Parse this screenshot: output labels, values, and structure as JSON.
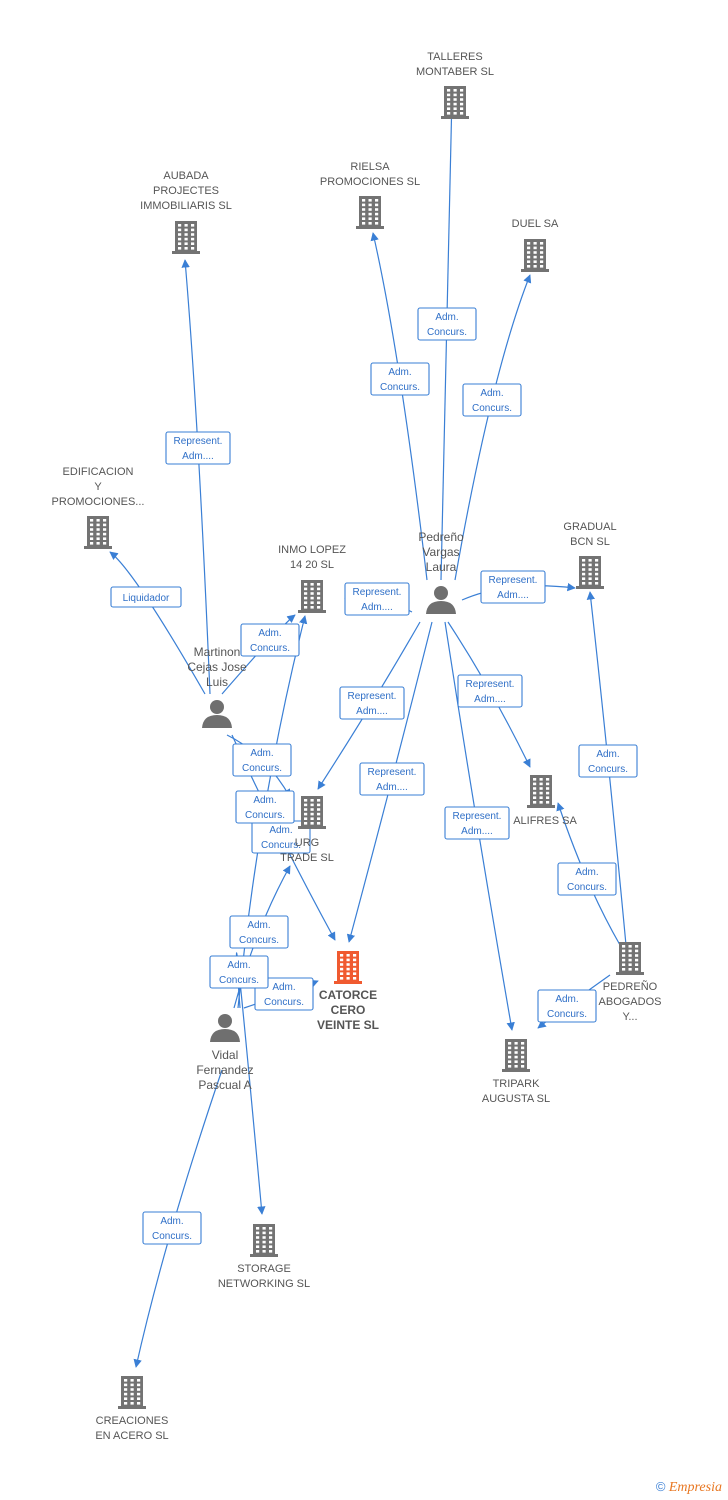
{
  "colors": {
    "company": "#737373",
    "main_company": "#f05a30",
    "person": "#6f6f6f",
    "edge": "#3a7fd5",
    "label_text": "#555555"
  },
  "nodes": [
    {
      "id": "talleres",
      "type": "company",
      "lines": [
        "TALLERES",
        "MONTABER SL"
      ]
    },
    {
      "id": "rielsa",
      "type": "company",
      "lines": [
        "RIELSA",
        "PROMOCIONES SL"
      ]
    },
    {
      "id": "duel",
      "type": "company",
      "lines": [
        "DUEL SA"
      ]
    },
    {
      "id": "aubada",
      "type": "company",
      "lines": [
        "AUBADA",
        "PROJECTES",
        "IMMOBILIARIS SL"
      ]
    },
    {
      "id": "edificacion",
      "type": "company",
      "lines": [
        "EDIFICACION",
        "Y",
        "PROMOCIONES..."
      ]
    },
    {
      "id": "inmo",
      "type": "company",
      "lines": [
        "INMO LOPEZ",
        "14 20 SL"
      ]
    },
    {
      "id": "gradual",
      "type": "company",
      "lines": [
        "GRADUAL",
        "BCN SL"
      ]
    },
    {
      "id": "pedreno_laura",
      "type": "person",
      "lines": [
        "Pedreño",
        "Vargas",
        "Laura"
      ]
    },
    {
      "id": "martinon",
      "type": "person",
      "lines": [
        "Martinon",
        "Cejas Jose",
        "Luis"
      ]
    },
    {
      "id": "urg",
      "type": "company",
      "lines": [
        "URG",
        "TRADE SL"
      ]
    },
    {
      "id": "alifres",
      "type": "company",
      "lines": [
        "ALIFRES SA"
      ]
    },
    {
      "id": "catorce",
      "type": "main",
      "lines": [
        "CATORCE",
        "CERO",
        "VEINTE SL"
      ]
    },
    {
      "id": "pedreno_abog",
      "type": "company",
      "lines": [
        "PEDREÑO",
        "ABOGADOS",
        "Y..."
      ]
    },
    {
      "id": "tripark",
      "type": "company",
      "lines": [
        "TRIPARK",
        "AUGUSTA SL"
      ]
    },
    {
      "id": "vidal",
      "type": "person",
      "lines": [
        "Vidal",
        "Fernandez",
        "Pascual A"
      ]
    },
    {
      "id": "storage",
      "type": "company",
      "lines": [
        "STORAGE",
        "NETWORKING SL"
      ]
    },
    {
      "id": "creaciones",
      "type": "company",
      "lines": [
        "CREACIONES",
        "EN ACERO SL"
      ]
    }
  ],
  "edges": [
    {
      "from": "pedreno_laura",
      "to": "talleres",
      "label": [
        "Adm.",
        "Concurs."
      ]
    },
    {
      "from": "pedreno_laura",
      "to": "rielsa",
      "label": [
        "Adm.",
        "Concurs."
      ]
    },
    {
      "from": "pedreno_laura",
      "to": "duel",
      "label": [
        "Adm.",
        "Concurs."
      ]
    },
    {
      "from": "pedreno_laura",
      "to": "inmo",
      "label": [
        "Represent.",
        "Adm...."
      ]
    },
    {
      "from": "pedreno_laura",
      "to": "gradual",
      "label": [
        "Represent.",
        "Adm...."
      ]
    },
    {
      "from": "pedreno_laura",
      "to": "urg",
      "label": [
        "Represent.",
        "Adm...."
      ]
    },
    {
      "from": "pedreno_laura",
      "to": "catorce",
      "label": [
        "Represent.",
        "Adm...."
      ]
    },
    {
      "from": "pedreno_laura",
      "to": "alifres",
      "label": [
        "Represent.",
        "Adm...."
      ]
    },
    {
      "from": "pedreno_laura",
      "to": "tripark",
      "label": [
        "Represent.",
        "Adm...."
      ]
    },
    {
      "from": "martinon",
      "to": "aubada",
      "label": [
        "Represent.",
        "Adm...."
      ]
    },
    {
      "from": "martinon",
      "to": "edificacion",
      "label": [
        "Liquidador"
      ]
    },
    {
      "from": "martinon",
      "to": "inmo",
      "label": [
        "Adm.",
        "Concurs."
      ]
    },
    {
      "from": "martinon",
      "to": "urg",
      "label": [
        "Adm.",
        "Concurs."
      ]
    },
    {
      "from": "martinon",
      "to": "catorce",
      "label": [
        "Adm.",
        "Concurs."
      ]
    },
    {
      "from": "pedreno_abog",
      "to": "gradual",
      "label": [
        "Adm.",
        "Concurs."
      ]
    },
    {
      "from": "pedreno_abog",
      "to": "alifres",
      "label": [
        "Adm.",
        "Concurs."
      ]
    },
    {
      "from": "pedreno_abog",
      "to": "tripark",
      "label": [
        "Adm.",
        "Concurs."
      ]
    },
    {
      "from": "vidal",
      "to": "inmo",
      "label": [
        "Adm.",
        "Concurs."
      ]
    },
    {
      "from": "vidal",
      "to": "urg",
      "label": [
        "Adm.",
        "Concurs."
      ]
    },
    {
      "from": "vidal",
      "to": "catorce",
      "label": [
        "Adm.",
        "Concurs."
      ]
    },
    {
      "from": "vidal",
      "to": "storage",
      "label": [
        "Adm.",
        "Concurs."
      ]
    },
    {
      "from": "vidal",
      "to": "creaciones",
      "label": [
        "Adm.",
        "Concurs."
      ]
    }
  ],
  "footer": {
    "copyright": "©",
    "brand": "Empresia"
  }
}
